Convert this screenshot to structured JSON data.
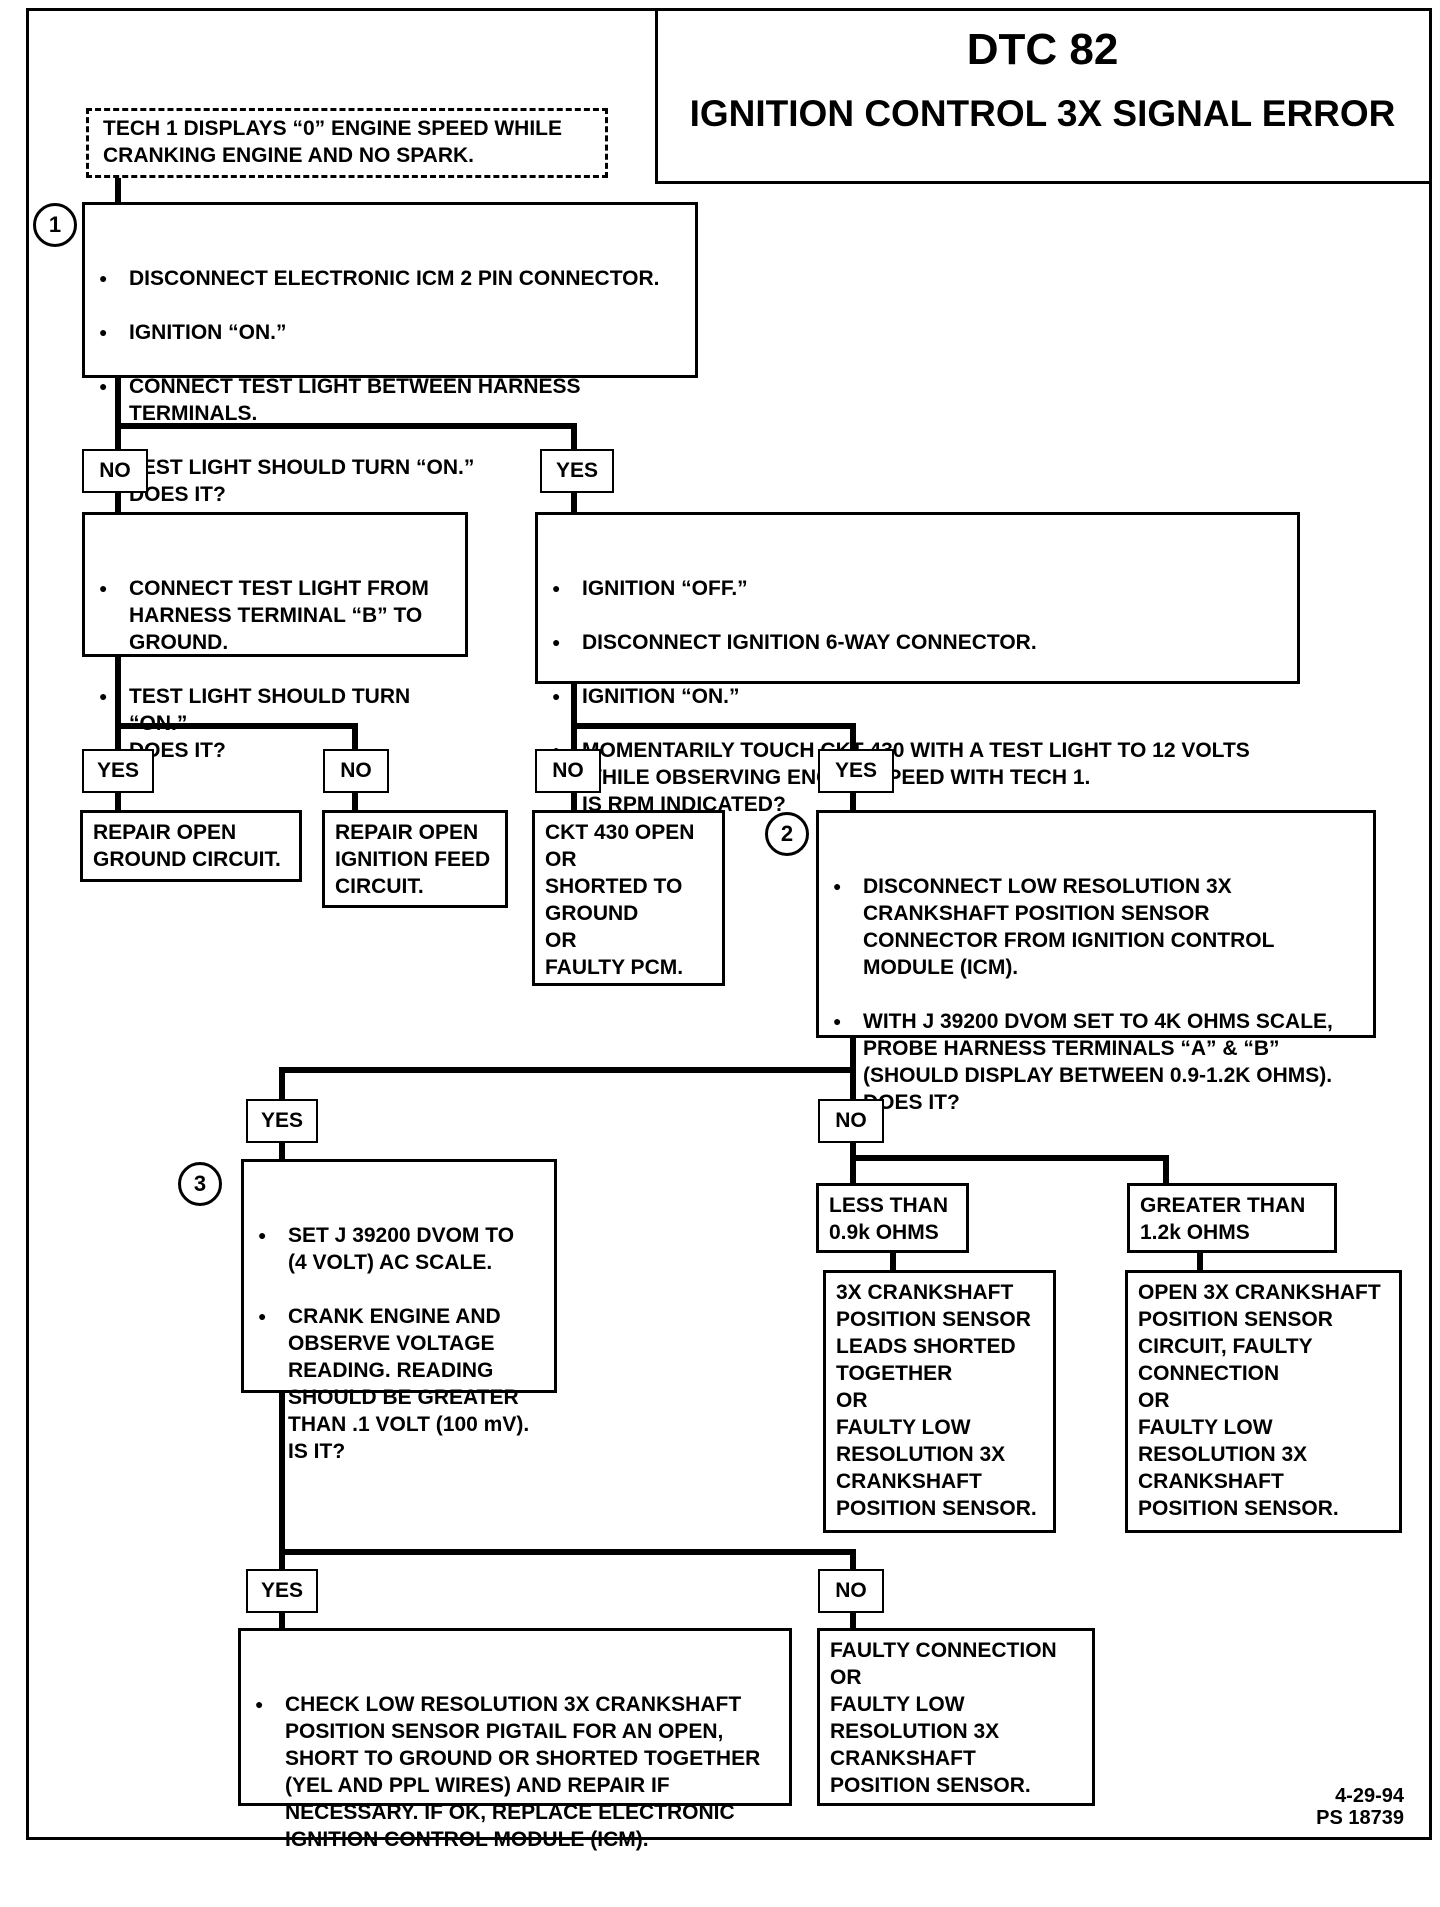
{
  "header": {
    "dtc": "DTC 82",
    "title": "IGNITION CONTROL 3X SIGNAL ERROR"
  },
  "start": [
    "TECH 1 DISPLAYS “0” ENGINE SPEED WHILE",
    "CRANKING ENGINE AND NO SPARK."
  ],
  "steps": {
    "s1": {
      "number": "1",
      "items": [
        "DISCONNECT ELECTRONIC ICM 2 PIN CONNECTOR.",
        "IGNITION “ON.”",
        "CONNECT TEST LIGHT BETWEEN HARNESS\nTERMINALS.",
        "TEST LIGHT SHOULD TURN “ON.”\nDOES IT?"
      ]
    },
    "s_no": {
      "items": [
        "CONNECT TEST LIGHT  FROM\nHARNESS TERMINAL “B” TO\nGROUND.",
        "TEST LIGHT SHOULD TURN “ON.”\nDOES IT?"
      ]
    },
    "s_yes": {
      "items": [
        "IGNITION “OFF.”",
        "DISCONNECT IGNITION 6-WAY CONNECTOR.",
        "IGNITION “ON.”",
        "MOMENTARILY TOUCH CKT 430 WITH A TEST LIGHT TO 12 VOLTS\nWHILE OBSERVING ENGINE SPEED WITH TECH 1.\nIS RPM INDICATED?"
      ]
    },
    "s2": {
      "number": "2",
      "items": [
        "DISCONNECT LOW RESOLUTION 3X\nCRANKSHAFT POSITION SENSOR\nCONNECTOR FROM IGNITION CONTROL\nMODULE (ICM).",
        "WITH J 39200 DVOM SET TO 4K OHMS SCALE,\nPROBE HARNESS TERMINALS “A” & “B”\n(SHOULD DISPLAY BETWEEN 0.9-1.2K OHMS).\nDOES IT?"
      ]
    },
    "s3": {
      "number": "3",
      "items": [
        "SET J 39200 DVOM  TO\n(4 VOLT) AC SCALE.",
        "CRANK ENGINE AND\nOBSERVE VOLTAGE\nREADING.  READING\nSHOULD BE GREATER\nTHAN .1 VOLT (100 mV).\nIS IT?"
      ]
    },
    "s_final": {
      "items": [
        "CHECK LOW RESOLUTION 3X CRANKSHAFT\nPOSITION SENSOR PIGTAIL FOR AN OPEN,\nSHORT TO GROUND OR SHORTED TOGETHER\n(YEL AND PPL WIRES) AND REPAIR IF\nNECESSARY.  IF OK, REPLACE ELECTRONIC\nIGNITION CONTROL MODULE (ICM)."
      ]
    }
  },
  "results": {
    "repair_ground": "REPAIR OPEN\nGROUND CIRCUIT.",
    "repair_feed": "REPAIR OPEN\nIGNITION FEED\nCIRCUIT.",
    "ckt430": "CKT 430 OPEN\nOR\nSHORTED TO\nGROUND\nOR\nFAULTY PCM.",
    "less_than": "LESS THAN\n0.9k OHMS",
    "greater_than": "GREATER THAN\n1.2k OHMS",
    "shorted": "3X CRANKSHAFT\nPOSITION SENSOR\nLEADS  SHORTED\nTOGETHER\nOR\nFAULTY LOW\nRESOLUTION 3X\nCRANKSHAFT\nPOSITION SENSOR.",
    "open": "OPEN 3X CRANKSHAFT\nPOSITION SENSOR\nCIRCUIT, FAULTY\nCONNECTION\nOR\nFAULTY LOW\nRESOLUTION 3X\nCRANKSHAFT\nPOSITION SENSOR.",
    "faulty_conn": "FAULTY CONNECTION\nOR\nFAULTY LOW\nRESOLUTION 3X\nCRANKSHAFT\nPOSITION SENSOR."
  },
  "labels": {
    "yes": "YES",
    "no": "NO"
  },
  "footer": {
    "date": "4-29-94",
    "ref": "PS 18739"
  }
}
